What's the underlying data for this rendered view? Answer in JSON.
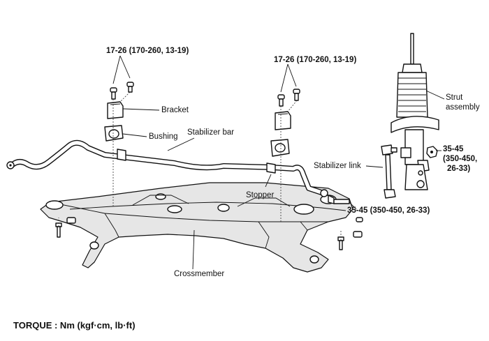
{
  "labels": {
    "torque_top_left": "17-26 (170-260, 13-19)",
    "torque_top_right": "17-26 (170-260, 13-19)",
    "bracket": "Bracket",
    "bushing": "Bushing",
    "stabilizer_bar": "Stabilizer bar",
    "strut_line1": "Strut",
    "strut_line2": "assembly",
    "torque_strut_line1": "35-45",
    "torque_strut_line2": "(350-450,",
    "torque_strut_line3": "26-33)",
    "stabilizer_link": "Stabilizer link",
    "stopper": "Stopper",
    "torque_link": "35-45 (350-450, 26-33)",
    "crossmember": "Crossmember",
    "torque_units": "TORQUE : Nm (kgf·cm, lb·ft)"
  },
  "icons": {
    "bolt": "bolt-icon",
    "nut": "nut-icon"
  },
  "colors": {
    "line": "#111111",
    "background": "#ffffff"
  }
}
